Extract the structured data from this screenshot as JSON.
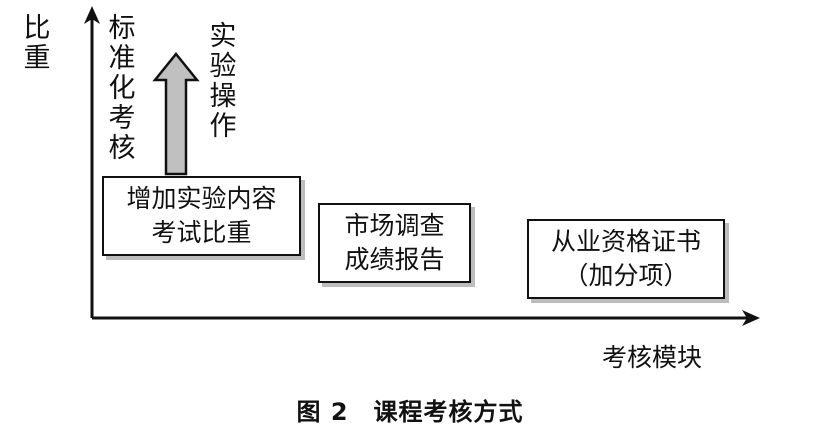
{
  "y_axis_label": "比重",
  "x_axis_label": "考核模块",
  "standard_label": "标准化考核",
  "arrow_label": "实验操作",
  "boxes": [
    {
      "line1": "增加实验内容",
      "line2": "考试比重"
    },
    {
      "line1": "市场调查",
      "line2": "成绩报告"
    },
    {
      "line1": "从业资格证书",
      "line2": "（加分项）"
    }
  ],
  "caption": "图 2　课程考核方式",
  "colors": {
    "arrow_fill": "#c0c0c0",
    "shadow": "#bdbdbd",
    "line": "#111111"
  }
}
